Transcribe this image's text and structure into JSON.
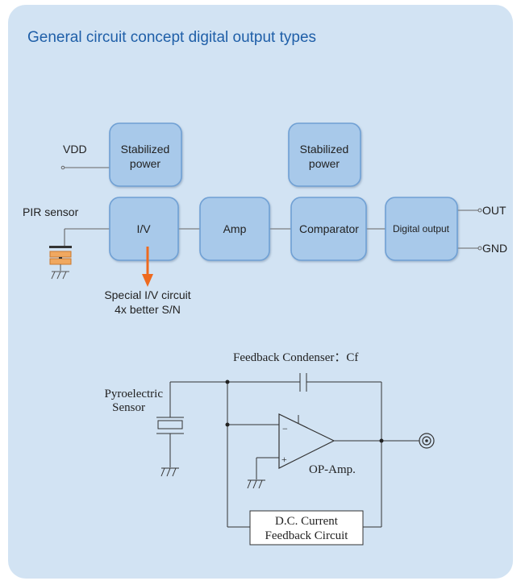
{
  "title": "General circuit concept digital output types",
  "block": {
    "vdd": "VDD",
    "stab_power_1": [
      "Stabilized",
      "power"
    ],
    "stab_power_2": [
      "Stabilized",
      "power"
    ],
    "pir_sensor": "PIR sensor",
    "iv": "I/V",
    "amp": "Amp",
    "comparator": "Comparator",
    "digital_output": "Digital output",
    "out": "OUT",
    "gnd": "GND",
    "note_line1": "Special I/V circuit",
    "note_line2": "4x better S/N"
  },
  "circuit": {
    "feedback_condenser": "Feedback Condenser：Cf",
    "pyro_line1": "Pyroelectric",
    "pyro_line2": "Sensor",
    "minus": "−",
    "plus": "+",
    "opamp": "OP-Amp.",
    "dc_line1": "D.C. Current",
    "dc_line2": "Feedback Circuit"
  },
  "colors": {
    "panel": "#d2e3f3",
    "box_fill": "#a8c9ea",
    "box_stroke": "#6fa0d4",
    "title": "#1f5fa8",
    "arrow": "#ee6a1f",
    "sensor": "#f0a860"
  }
}
